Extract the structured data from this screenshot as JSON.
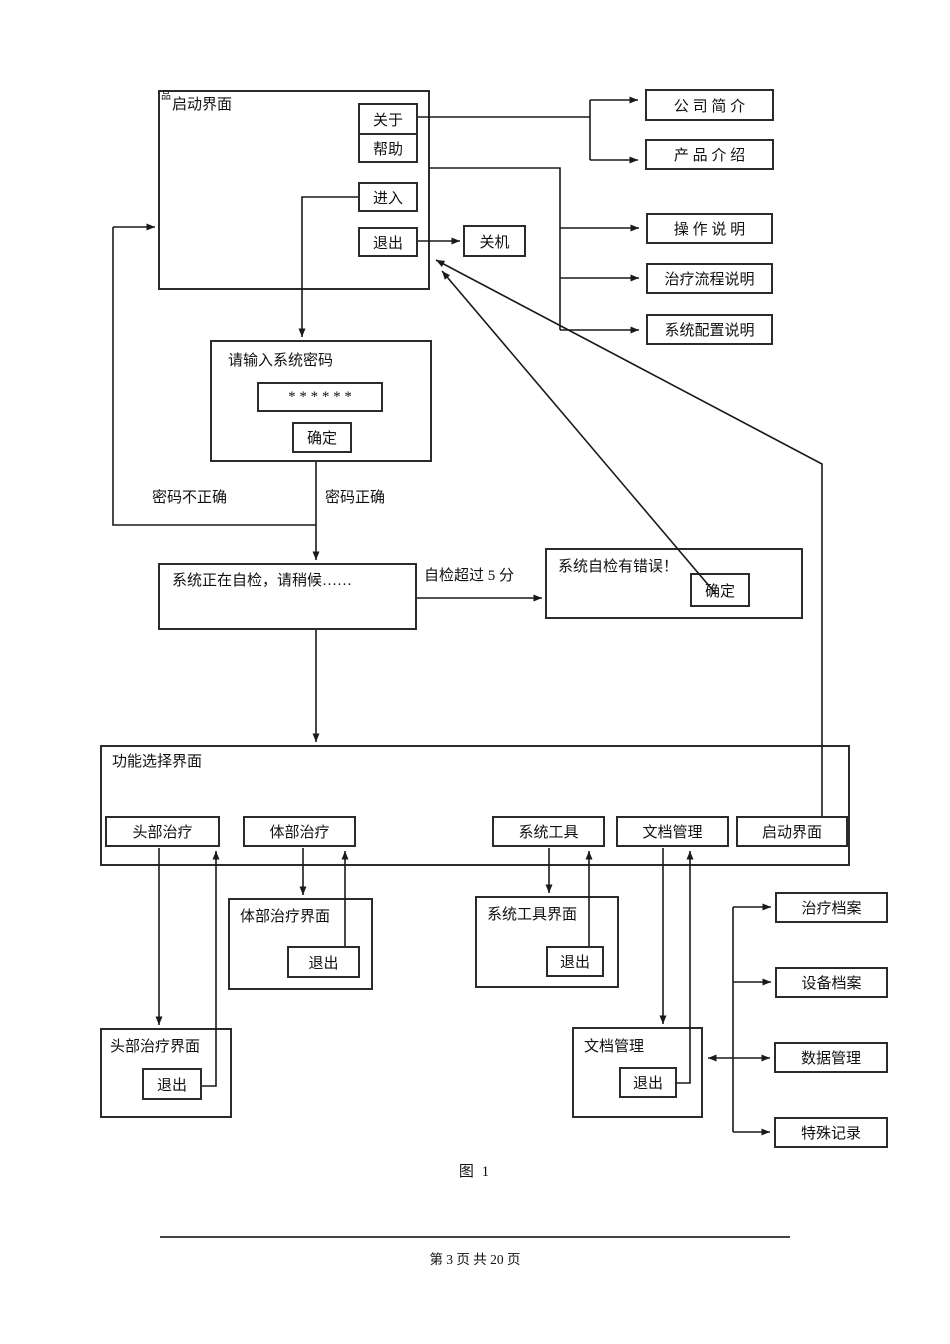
{
  "colors": {
    "line": "#1a1a1a",
    "text": "#111111",
    "background": "#ffffff"
  },
  "startup": {
    "tag": "品",
    "title": "启动界面",
    "buttons": {
      "about": "关于",
      "help": "帮助",
      "enter": "进入",
      "exit": "退出"
    }
  },
  "shutdown_label": "关机",
  "info_boxes": {
    "company": "公 司 简 介",
    "product": "产 品 介 绍",
    "operation": "操 作 说 明",
    "treatment_flow": "治疗流程说明",
    "system_config": "系统配置说明"
  },
  "password": {
    "title": "请输入系统密码",
    "masked_value": "* * * * * *",
    "ok": "确定"
  },
  "branch_labels": {
    "wrong": "密码不正确",
    "correct": "密码正确",
    "timeout": "自检超过 5 分"
  },
  "selfcheck": {
    "text": "系统正在自检，请稍候……"
  },
  "selfcheck_error": {
    "text": "系统自检有错误！",
    "ok": "确定"
  },
  "function_select": {
    "title": "功能选择界面",
    "buttons": [
      "头部治疗",
      "体部治疗",
      "系统工具",
      "文档管理",
      "启动界面"
    ]
  },
  "sub_screens": {
    "body": {
      "title": "体部治疗界面",
      "exit": "退出"
    },
    "tools": {
      "title": "系统工具界面",
      "exit": "退出"
    },
    "head": {
      "title": "头部治疗界面",
      "exit": "退出"
    },
    "doc": {
      "title": "文档管理",
      "exit": "退出"
    }
  },
  "archives": [
    "治疗档案",
    "设备档案",
    "数据管理",
    "特殊记录"
  ],
  "figure_caption": "图 1",
  "footer": {
    "page_text": "第 3 页 共 20 页"
  }
}
